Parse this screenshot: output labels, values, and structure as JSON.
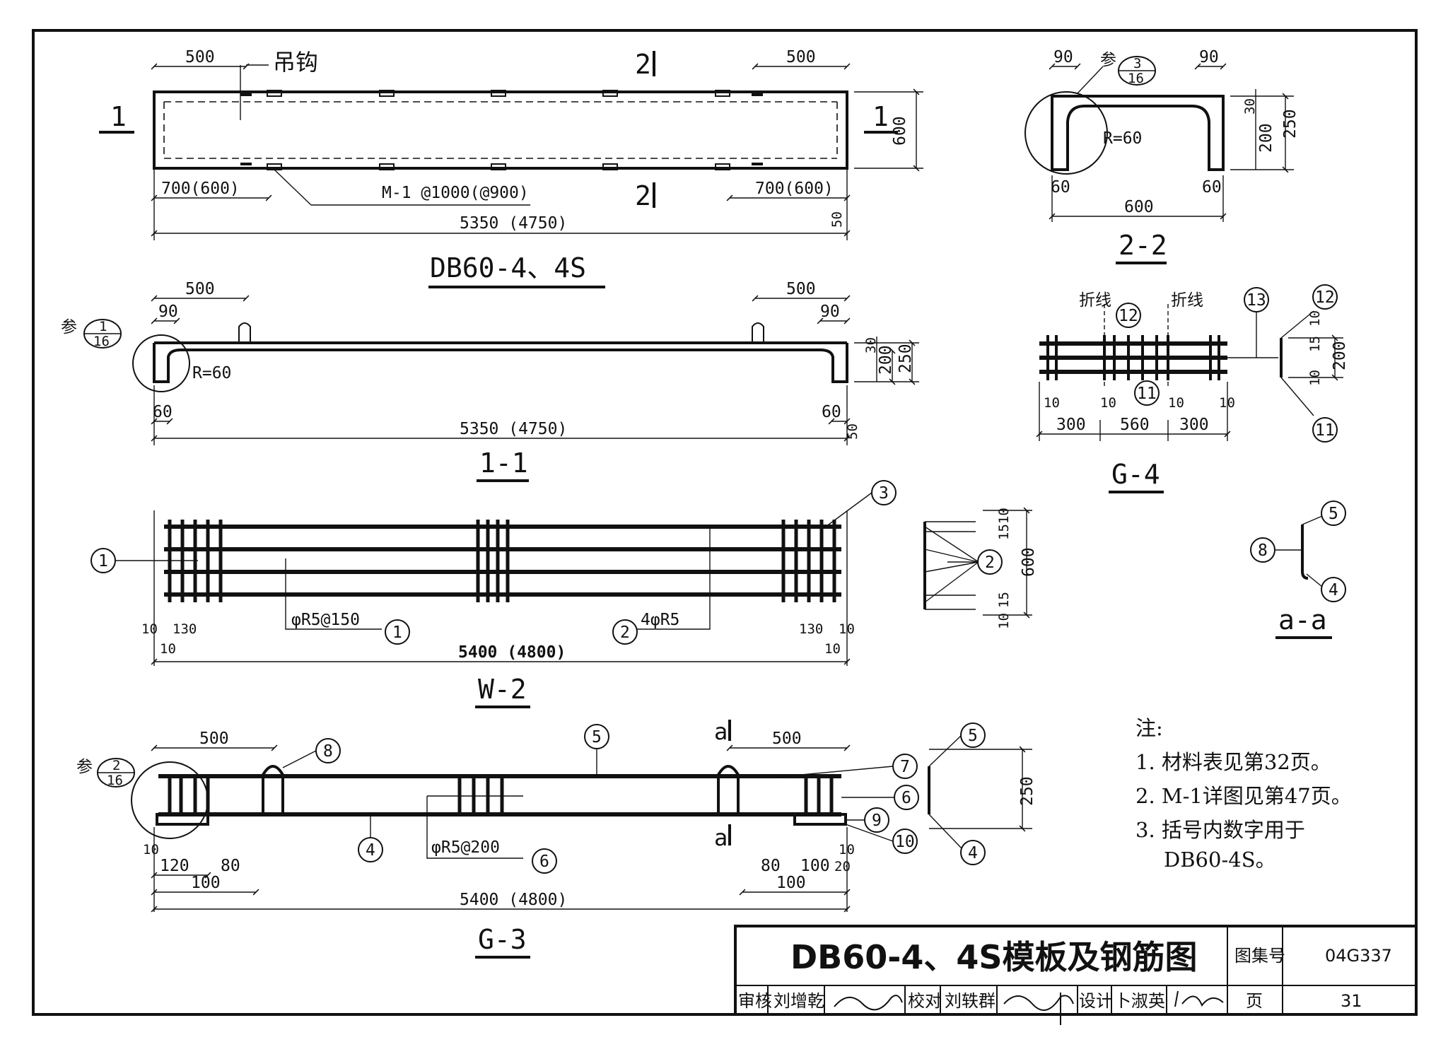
{
  "drawing": {
    "title": "DB60-4、4S模板及钢筋图",
    "atlas_label": "图集号",
    "atlas_no": "04G337",
    "page_label": "页",
    "page_no": "31",
    "review_label": "审核",
    "reviewer": "刘增乾",
    "check_label": "校对",
    "checker": "刘轶群",
    "design_label": "设计",
    "designer": "卜淑英"
  },
  "views": {
    "plan": {
      "title": "DB60-4、4S",
      "d500": "500",
      "hook": "吊钩",
      "cut1": "1",
      "cut2": "2",
      "d600": "600",
      "d700": "700(600)",
      "m1": "M-1 @1000(@900)",
      "total": "5350 (4750)",
      "d50": "50"
    },
    "s11": {
      "title": "1-1",
      "ref": "参",
      "ref_top": "1",
      "ref_bot": "16",
      "d500": "500",
      "d90": "90",
      "r60": "R=60",
      "d30": "30",
      "d200": "200",
      "d250": "250",
      "d60": "60",
      "total": "5350 (4750)",
      "d50": "50"
    },
    "s22": {
      "title": "2-2",
      "d90": "90",
      "ref": "参",
      "ref_top": "3",
      "ref_bot": "16",
      "r60": "R=60",
      "d30": "30",
      "d200": "200",
      "d250": "250",
      "d60": "60",
      "d600": "600"
    },
    "w2": {
      "title": "W-2",
      "m1": "1",
      "m2": "2",
      "m3": "3",
      "bars1": "φR5@150",
      "bars2": "4φR5",
      "d10": "10",
      "d130": "130",
      "total": "5400 (4800)",
      "side_15": "15",
      "side_10": "10",
      "side_600": "600",
      "side_1510": "1510"
    },
    "g4": {
      "title": "G-4",
      "fold": "折线",
      "m11": "11",
      "m12": "12",
      "m13": "13",
      "d300": "300",
      "d560": "560",
      "d10": "10",
      "s10": "10",
      "s15": "15",
      "s200": "200"
    },
    "aa": {
      "title": "a-a",
      "m4": "4",
      "m5": "5",
      "m8": "8"
    },
    "g3": {
      "title": "G-3",
      "ref": "参",
      "ref_top": "2",
      "ref_bot": "16",
      "d500": "500",
      "a": "a",
      "m4": "4",
      "m5": "5",
      "m6": "6",
      "m7": "7",
      "m8": "8",
      "m9": "9",
      "m10": "10",
      "bars": "φR5@200",
      "d120": "120",
      "d80": "80",
      "d100": "100",
      "d10": "10",
      "d20": "20",
      "total": "5400 (4800)",
      "side_250": "250"
    },
    "notes": {
      "head": "注:",
      "n1": "1. 材料表见第32页。",
      "n2": "2. M-1详图见第47页。",
      "n3": "3. 括号内数字用于",
      "n4": "DB60-4S。"
    }
  }
}
